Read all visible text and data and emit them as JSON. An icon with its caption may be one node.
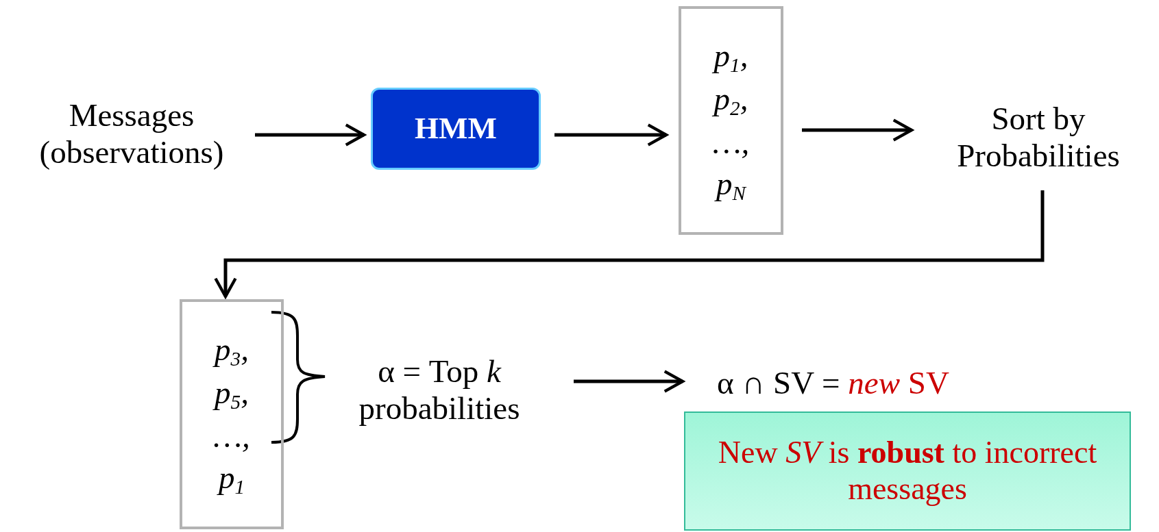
{
  "diagram": {
    "nodes": [
      {
        "text": [
          "Messages (observations)"
        ]
      },
      {
        "text": [
          "HMM"
        ]
      },
      {
        "text": [
          "p$_{1}$,",
          "p$_{2}$,",
          "…,",
          "p$_{N}$"
        ]
      },
      {
        "text": [
          "Sort by Probabilities"
        ]
      },
      {
        "text": [
          "p$_{3}$,",
          "p$_{5}$,",
          "…,",
          "p$_{1}$"
        ]
      },
      {
        "text": [
          "α = Top *k* probabilities"
        ]
      },
      {
        "text": [
          "α ∩ SV =",
          "*new* SV"
        ]
      },
      {
        "text": [
          "New *SV* is **robust** to incorrect messages"
        ]
      }
    ],
    "edges": [
      {
        "from": 0,
        "to": 1,
        "arrow": "to"
      },
      {
        "from": 1,
        "to": 2,
        "arrow": "to"
      },
      {
        "from": 2,
        "to": 3,
        "arrow": "to"
      },
      {
        "from": 3,
        "to": 4,
        "arrow": "to"
      },
      {
        "from": 5,
        "to": 6,
        "arrow": "to"
      }
    ]
  }
}
